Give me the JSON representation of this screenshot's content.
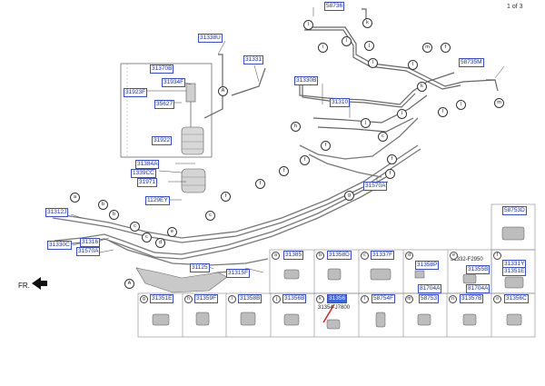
{
  "page_indicator": "1 of 3",
  "front_label": "FR.",
  "part_labels": [
    {
      "id": "lbl-58736",
      "text": "58736",
      "active": false
    },
    {
      "id": "lbl-31338",
      "text": "31338U",
      "active": false
    },
    {
      "id": "lbl-31331",
      "text": "31331",
      "active": false
    },
    {
      "id": "lbl-31370",
      "text": "31370B",
      "active": false
    },
    {
      "id": "lbl-31934",
      "text": "31934F",
      "active": false
    },
    {
      "id": "lbl-31923",
      "text": "31923F",
      "active": false
    },
    {
      "id": "lbl-35627",
      "text": "35627",
      "active": false
    },
    {
      "id": "lbl-31922",
      "text": "31922",
      "active": false
    },
    {
      "id": "lbl-31330",
      "text": "31330B",
      "active": false
    },
    {
      "id": "lbl-31310",
      "text": "31310",
      "active": false
    },
    {
      "id": "lbl-58735",
      "text": "58735M",
      "active": false
    },
    {
      "id": "lbl-31384",
      "text": "31384A",
      "active": false
    },
    {
      "id": "lbl-1339",
      "text": "1339CC",
      "active": false
    },
    {
      "id": "lbl-31971",
      "text": "31971",
      "active": false
    },
    {
      "id": "lbl-1129",
      "text": "1129EY",
      "active": false
    },
    {
      "id": "lbl-31570a",
      "text": "31570A",
      "active": false
    },
    {
      "id": "lbl-31312",
      "text": "31312J",
      "active": false
    },
    {
      "id": "lbl-31330c",
      "text": "31330C",
      "active": false
    },
    {
      "id": "lbl-31316",
      "text": "31316",
      "active": false
    },
    {
      "id": "lbl-31570b",
      "text": "31570A",
      "active": false
    },
    {
      "id": "lbl-31125",
      "text": "31125",
      "active": false
    },
    {
      "id": "lbl-31315",
      "text": "31315F",
      "active": false
    },
    {
      "id": "lbl-58753",
      "text": "58753D",
      "active": false
    },
    {
      "id": "lbl-31385",
      "text": "31385",
      "active": false
    },
    {
      "id": "lbl-31358d",
      "text": "31358D",
      "active": false
    },
    {
      "id": "lbl-31337",
      "text": "31337F",
      "active": false
    },
    {
      "id": "lbl-31358p",
      "text": "31358P",
      "active": false
    },
    {
      "id": "lbl-31355",
      "text": "31355B",
      "active": false
    },
    {
      "id": "lbl-81704a",
      "text": "81704A",
      "active": false
    },
    {
      "id": "lbl-81704b",
      "text": "81704A",
      "active": false
    },
    {
      "id": "lbl-31331b",
      "text": "31331Y",
      "active": false
    },
    {
      "id": "lbl-31351",
      "text": "31351E",
      "active": false
    },
    {
      "id": "lbl-31351e",
      "text": "31351E",
      "active": false
    },
    {
      "id": "lbl-31359",
      "text": "31359F",
      "active": false
    },
    {
      "id": "lbl-31358",
      "text": "31358B",
      "active": false
    },
    {
      "id": "lbl-31356",
      "text": "31356B",
      "active": false
    },
    {
      "id": "lbl-31356k",
      "text": "31356",
      "active": true
    },
    {
      "id": "lbl-58754",
      "text": "58754F",
      "active": false
    },
    {
      "id": "lbl-58753b",
      "text": "58753",
      "active": false
    },
    {
      "id": "lbl-31357",
      "text": "31357B",
      "active": false
    },
    {
      "id": "lbl-31356c",
      "text": "31356C",
      "active": false
    }
  ],
  "notes": [
    {
      "id": "note-31332",
      "text": "31332-F2950"
    },
    {
      "id": "note-31354",
      "text": "31354-J7800"
    }
  ],
  "callouts": [
    "l",
    "k",
    "l",
    "l",
    "j",
    "m",
    "f",
    "l",
    "l",
    "k",
    "l",
    "A",
    "l",
    "m",
    "h",
    "l",
    "j",
    "f",
    "f",
    "f",
    "f",
    "f",
    "c",
    "f",
    "g",
    "c",
    "f",
    "a",
    "b",
    "b",
    "c",
    "c",
    "d",
    "e",
    "A"
  ],
  "cell_letters": [
    "a",
    "b",
    "c",
    "d",
    "e",
    "f",
    "g",
    "h",
    "i",
    "j",
    "k",
    "l",
    "m",
    "n",
    "o"
  ]
}
